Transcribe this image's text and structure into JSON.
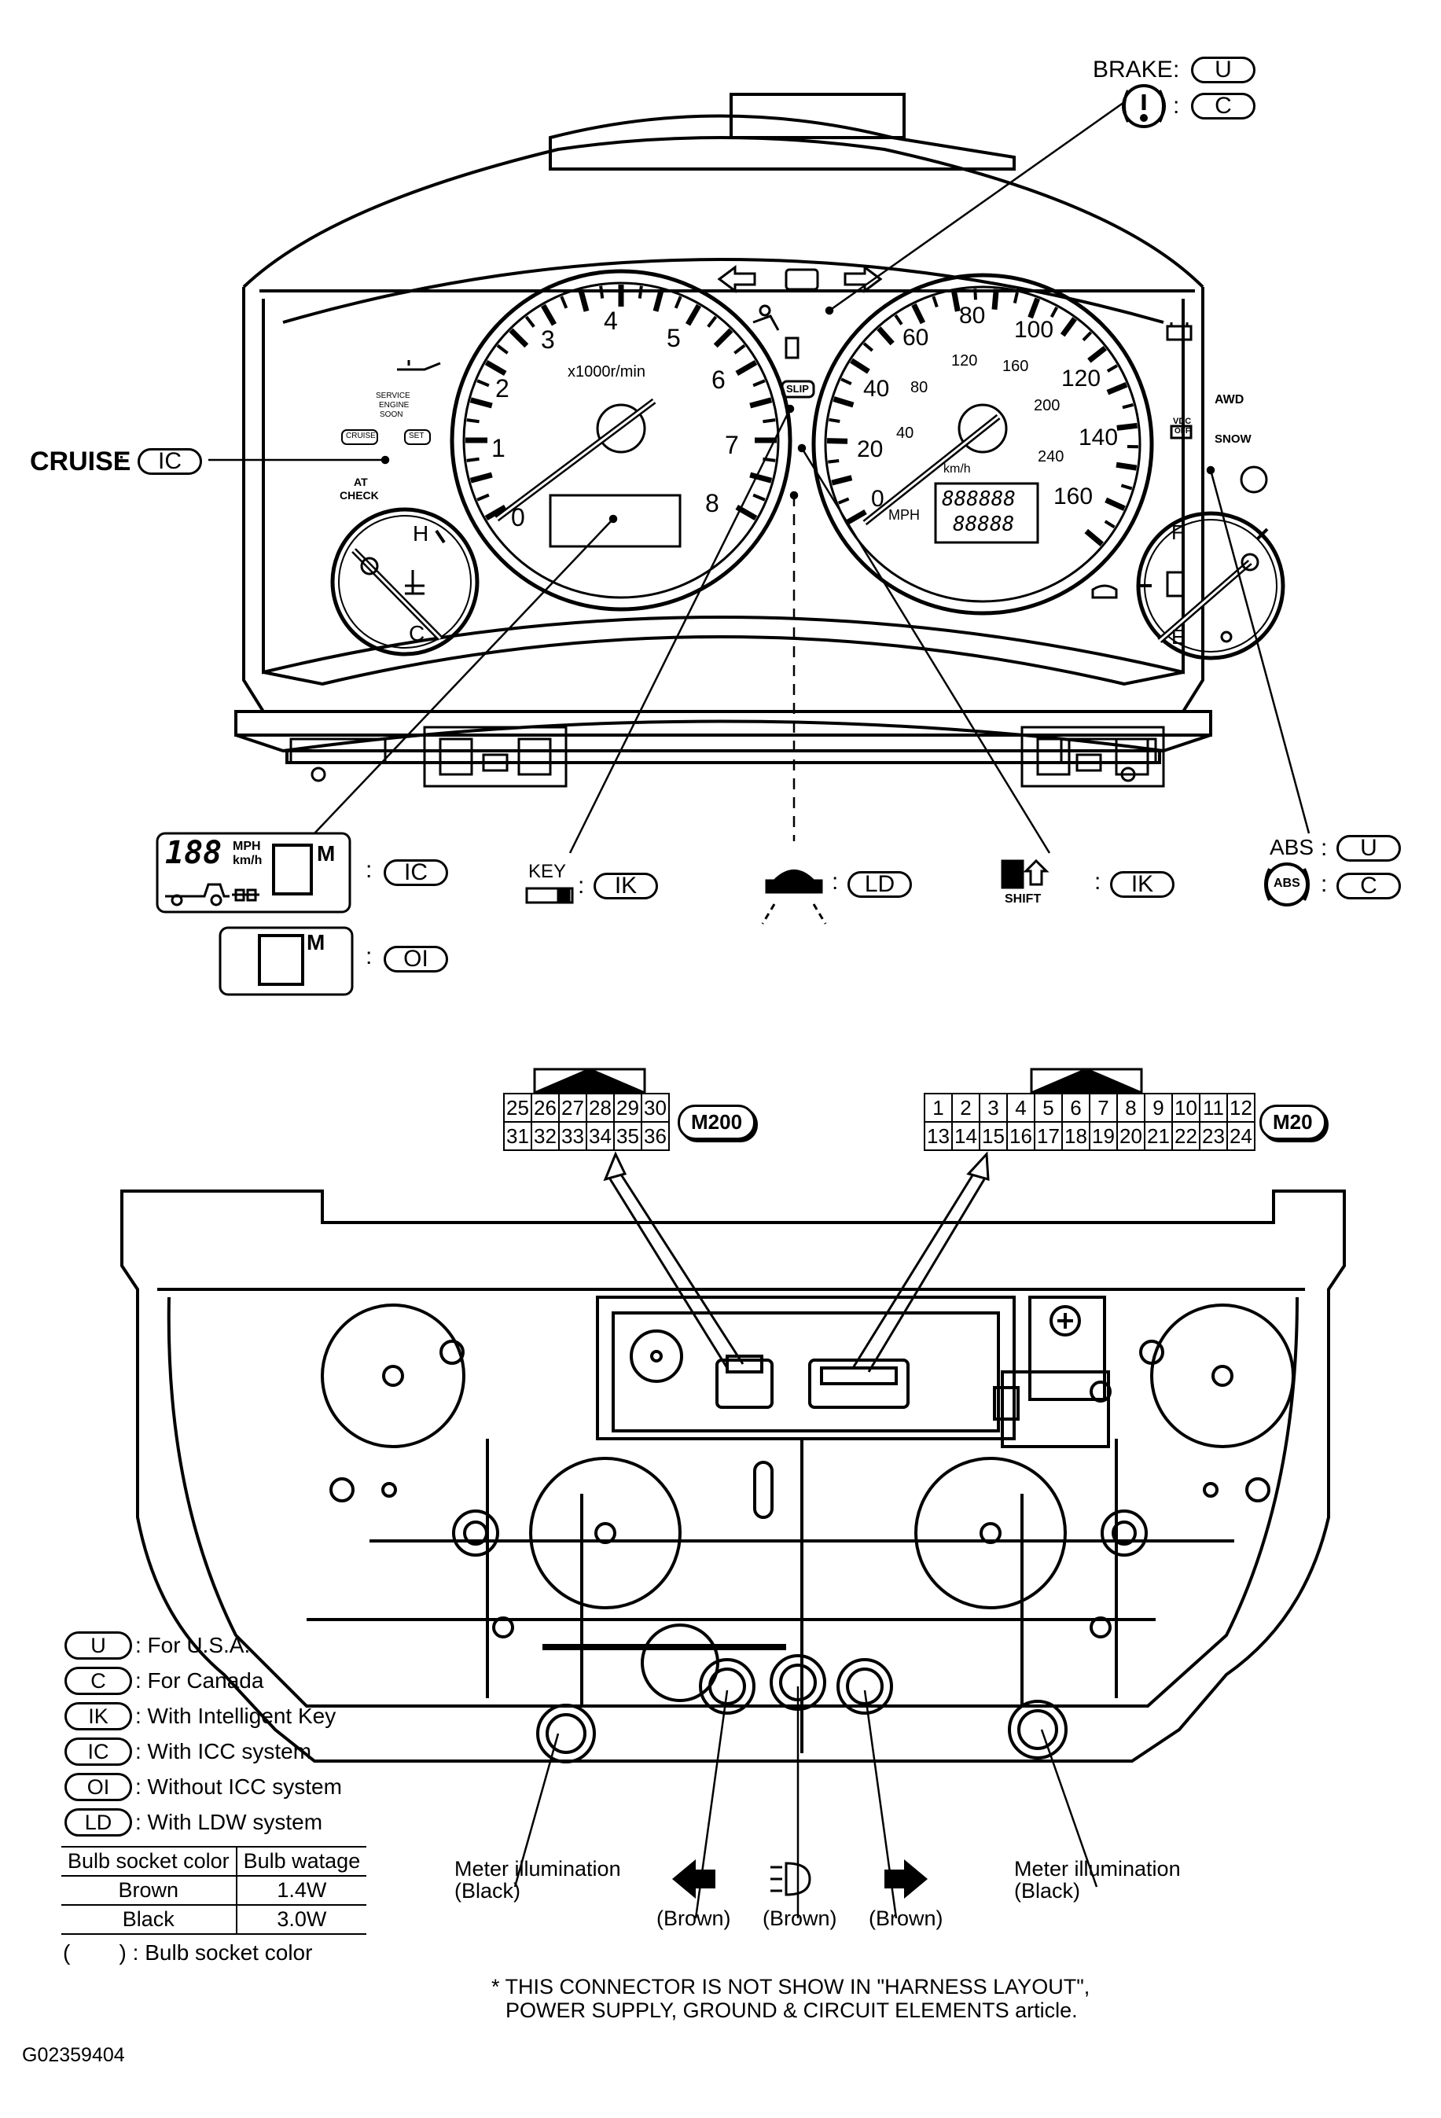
{
  "callouts": {
    "brake_label": "BRAKE",
    "brake_code_u": "U",
    "brake_code_c": "C",
    "cruise_label": "CRUISE",
    "cruise_code": "IC",
    "abs_label": "ABS",
    "abs_code_u": "U",
    "abs_code_c": "C",
    "abs_icon_text": "ABS",
    "key_label": "KEY",
    "key_code": "IK",
    "ld_code": "LD",
    "shift_label": "SHIFT",
    "shift_code": "IK",
    "display_ic_code": "IC",
    "display_oi_code": "OI",
    "display_digits": "188",
    "display_mph": "MPH",
    "display_kmh": "km/h",
    "display_m": "M",
    "colon": ":"
  },
  "cluster": {
    "tach_unit": "x1000r/min",
    "tach_numbers": [
      "0",
      "1",
      "2",
      "3",
      "4",
      "5",
      "6",
      "7",
      "8"
    ],
    "speed_numbers": [
      "0",
      "20",
      "40",
      "60",
      "80",
      "100",
      "120",
      "140",
      "160"
    ],
    "speed_kmh_numbers": [
      "40",
      "80",
      "120",
      "160",
      "200",
      "240"
    ],
    "speed_kmh_unit": "km/h",
    "speed_mph_unit": "MPH",
    "odometer_top": "888888",
    "odometer_bottom": "88888",
    "slip": "SLIP",
    "service_engine": [
      "SERVICE",
      "ENGINE",
      "SOON"
    ],
    "cruise_btn": "CRUISE",
    "set_btn": "SET",
    "at_check": [
      "AT",
      "CHECK"
    ],
    "awd": "AWD",
    "snow": "SNOW",
    "vdc": "VDC",
    "vdc_off": "OFF",
    "temp_h": "H",
    "temp_c": "C",
    "fuel_f": "F",
    "fuel_e": "E"
  },
  "connectors": {
    "m200": {
      "label": "M200",
      "row1": [
        "25",
        "26",
        "27",
        "28",
        "29",
        "30"
      ],
      "row2": [
        "31",
        "32",
        "33",
        "34",
        "35",
        "36"
      ]
    },
    "m20": {
      "label": "M20",
      "row1": [
        "1",
        "2",
        "3",
        "4",
        "5",
        "6",
        "7",
        "8",
        "9",
        "10",
        "11",
        "12"
      ],
      "row2": [
        "13",
        "14",
        "15",
        "16",
        "17",
        "18",
        "19",
        "20",
        "21",
        "22",
        "23",
        "24"
      ]
    }
  },
  "legend": [
    {
      "code": "U",
      "text": ": For U.S.A."
    },
    {
      "code": "C",
      "text": ": For Canada"
    },
    {
      "code": "IK",
      "text": ": With Intelligent Key"
    },
    {
      "code": "IC",
      "text": ": With ICC system"
    },
    {
      "code": "OI",
      "text": ": Without ICC system"
    },
    {
      "code": "LD",
      "text": ": With LDW system"
    }
  ],
  "bulb_table": {
    "headers": [
      "Bulb socket color",
      "Bulb watage"
    ],
    "rows": [
      [
        "Brown",
        "1.4W"
      ],
      [
        "Black",
        "3.0W"
      ]
    ],
    "note": "(        ) : Bulb socket color"
  },
  "rear_labels": {
    "meter_illum_left": [
      "Meter illumination",
      "(Black)"
    ],
    "meter_illum_right": [
      "Meter illumination",
      "(Black)"
    ],
    "brown1": "(Brown)",
    "brown2": "(Brown)",
    "brown3": "(Brown)"
  },
  "footnote": [
    "* THIS CONNECTOR IS NOT SHOW IN \"HARNESS LAYOUT\",",
    "POWER SUPPLY, GROUND & CIRCUIT ELEMENTS article."
  ],
  "figure_id": "G02359404"
}
